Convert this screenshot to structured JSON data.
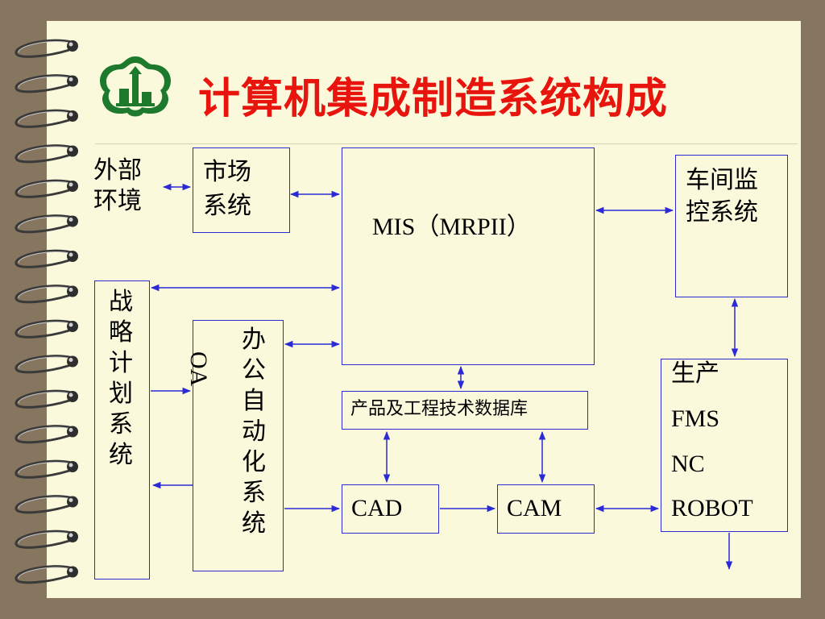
{
  "slide": {
    "title": "计算机集成制造系统构成"
  },
  "diagram": {
    "external_env": "外部\n环境",
    "market_system": "市场\n系统",
    "mis": "MIS（MRPII）",
    "workshop_monitor": "车间监\n控系统",
    "strategic_plan": "战略计划系统",
    "oa_label": "OA",
    "office_automation": "办公自动化系统",
    "product_db": "产品及工程技术数据库",
    "production": "生产",
    "fms": "FMS",
    "nc": "NC",
    "robot": "ROBOT",
    "cad": "CAD",
    "cam": "CAM"
  },
  "colors": {
    "title": "#e8150e",
    "lines": "#2b2bd6",
    "paper": "#fbf9dc",
    "backdrop": "#86755f",
    "logo": "#1d7a2c"
  }
}
